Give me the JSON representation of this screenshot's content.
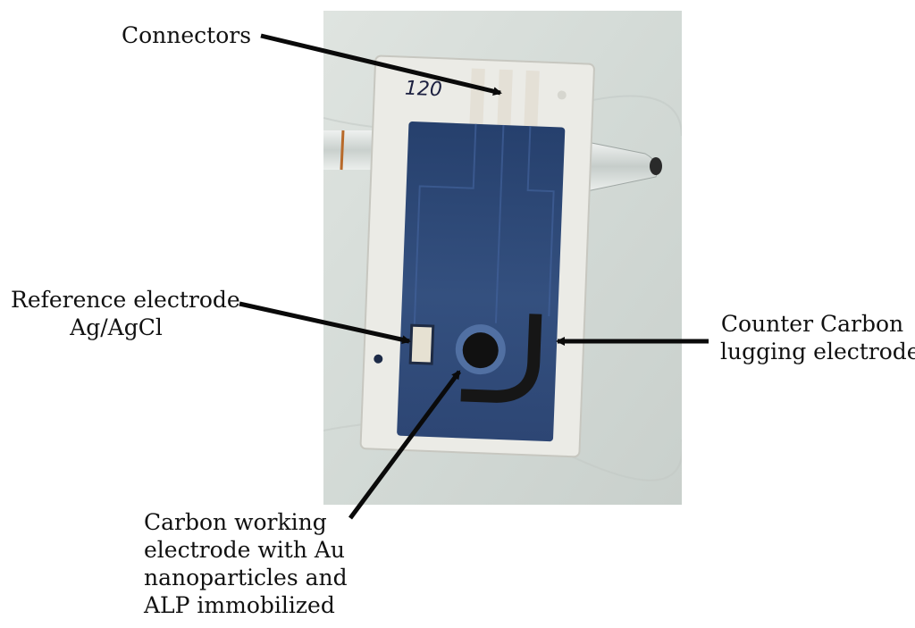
{
  "labels": {
    "connectors": "Connectors",
    "reference_line1": "Reference electrode",
    "reference_line2": "Ag/AgCl",
    "counter_line1": "Counter Carbon",
    "counter_line2": "lugging electrode",
    "working_line1": "Carbon working",
    "working_line2": "electrode with Au",
    "working_line3": "nanoparticles and",
    "working_line4": "ALP immobilized"
  },
  "photo": {
    "handwritten_number": "120"
  },
  "colors": {
    "background": "#ffffff",
    "text": "#111111",
    "arrow": "#0a0a0a",
    "substrate": "#ebebe6",
    "print_blue": "#2f4a78",
    "electrode_black": "#161616",
    "silver": "#e4e0d6"
  }
}
